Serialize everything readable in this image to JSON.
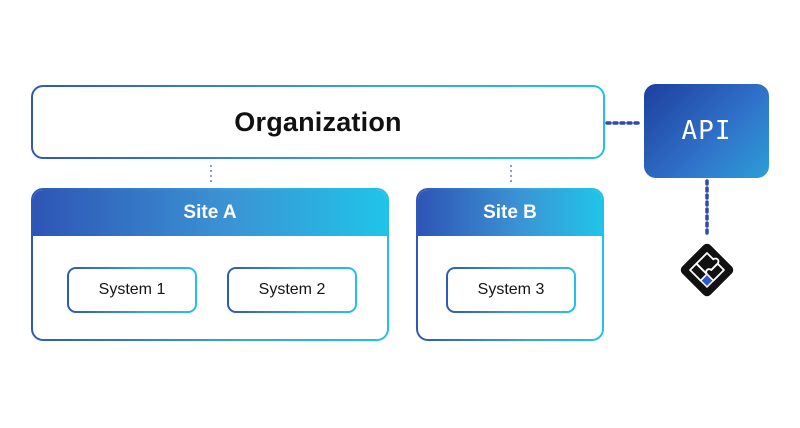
{
  "organization": {
    "label": "Organization"
  },
  "sites": [
    {
      "label": "Site A",
      "systems": [
        "System 1",
        "System 2"
      ]
    },
    {
      "label": "Site B",
      "systems": [
        "System 3"
      ]
    }
  ],
  "api": {
    "label": "API"
  },
  "plugin": {
    "icon": "puzzle-icon"
  },
  "colors": {
    "gradient_start": "#2f58b8",
    "gradient_end": "#1fc2e6",
    "api_dark": "#1d3f9d",
    "connector": "#2f4aa8",
    "text": "#111111"
  }
}
